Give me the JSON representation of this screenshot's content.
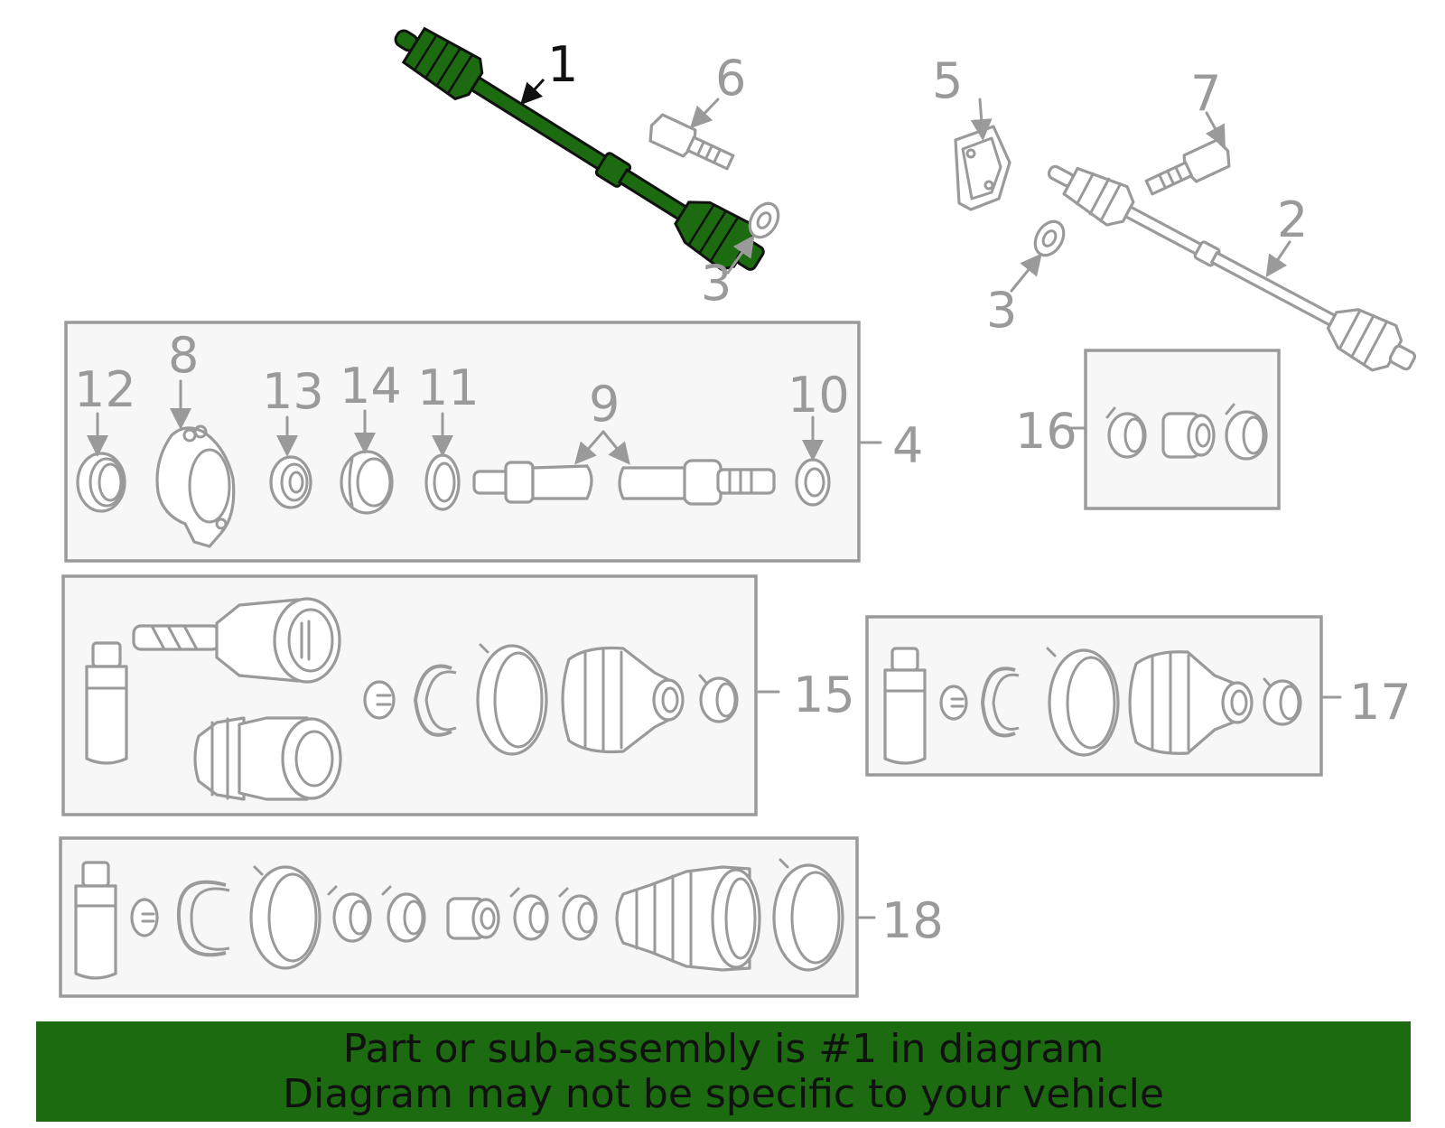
{
  "diagram": {
    "callouts": {
      "c1": "1",
      "c2": "2",
      "c3a": "3",
      "c3b": "3",
      "c4": "4",
      "c5": "5",
      "c6": "6",
      "c7": "7",
      "c8": "8",
      "c9": "9",
      "c10": "10",
      "c11": "11",
      "c12": "12",
      "c13": "13",
      "c14": "14",
      "c15": "15",
      "c16": "16",
      "c17": "17",
      "c18": "18"
    },
    "highlight_color": "#1c6b10",
    "line_color": "#9a9a9a"
  },
  "banner": {
    "line1": "Part or sub-assembly is #1 in diagram",
    "line2": "Diagram may not be specific to your vehicle",
    "background": "#1c6b10"
  }
}
